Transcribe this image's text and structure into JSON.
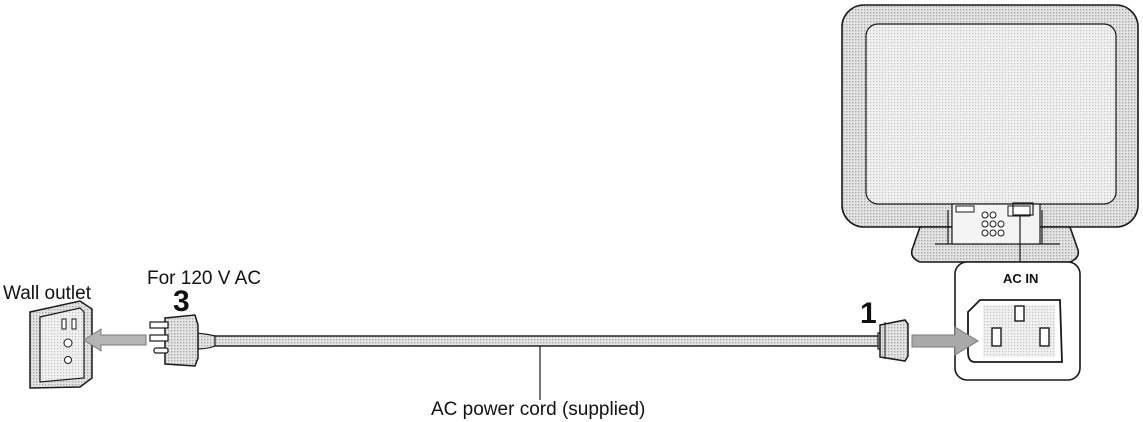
{
  "labels": {
    "wall_outlet": "Wall outlet",
    "voltage": "For 120 V AC",
    "cord": "AC power cord (supplied)",
    "ac_in": "AC IN"
  },
  "steps": {
    "plug_step": "3",
    "inlet_step": "1"
  },
  "icons": [
    "tv-rear-icon",
    "wall-outlet-icon",
    "power-plug-icon",
    "iec-connector-icon",
    "ac-inlet-icon",
    "arrow-icon"
  ],
  "colors": {
    "line": "#1a1a1a",
    "shade": "#cfcfcf",
    "light_shade": "#e6e6e6",
    "arrow": "#9a9a9a"
  }
}
